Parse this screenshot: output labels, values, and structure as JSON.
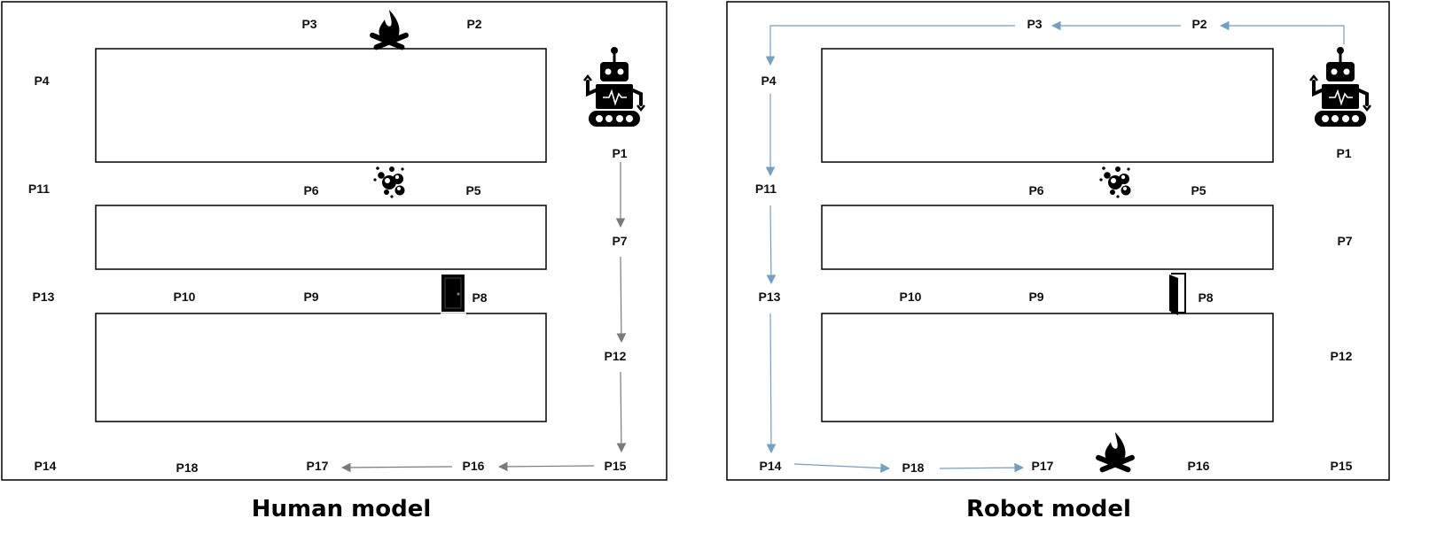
{
  "panels": [
    {
      "id": "human",
      "title": "Human model",
      "arrow_color": "#7a7a7a",
      "goal_point": "P17",
      "points": [
        {
          "id": "p1",
          "label": "P1"
        },
        {
          "id": "p2",
          "label": "P2"
        },
        {
          "id": "p3",
          "label": "P3"
        },
        {
          "id": "p4",
          "label": "P4"
        },
        {
          "id": "p5",
          "label": "P5"
        },
        {
          "id": "p6",
          "label": "P6"
        },
        {
          "id": "p7",
          "label": "P7"
        },
        {
          "id": "p8",
          "label": "P8"
        },
        {
          "id": "p9",
          "label": "P9"
        },
        {
          "id": "p10",
          "label": "P10"
        },
        {
          "id": "p11",
          "label": "P11"
        },
        {
          "id": "p12",
          "label": "P12"
        },
        {
          "id": "p13",
          "label": "P13"
        },
        {
          "id": "p14",
          "label": "P14"
        },
        {
          "id": "p15",
          "label": "P15"
        },
        {
          "id": "p16",
          "label": "P16"
        },
        {
          "id": "p17",
          "label": "P17"
        },
        {
          "id": "p18",
          "label": "P18"
        }
      ],
      "path": [
        "P1",
        "P7",
        "P12",
        "P15",
        "P16",
        "P17"
      ],
      "icons": {
        "fire": "campfire-icon",
        "robot": "robot-icon",
        "debris": "debris-icon",
        "door": "closed-door-icon"
      }
    },
    {
      "id": "robot",
      "title": "Robot model",
      "arrow_color": "#6fa0c8",
      "goal_point": "P17",
      "points": [
        {
          "id": "p1",
          "label": "P1"
        },
        {
          "id": "p2",
          "label": "P2"
        },
        {
          "id": "p3",
          "label": "P3"
        },
        {
          "id": "p4",
          "label": "P4"
        },
        {
          "id": "p5",
          "label": "P5"
        },
        {
          "id": "p6",
          "label": "P6"
        },
        {
          "id": "p7",
          "label": "P7"
        },
        {
          "id": "p8",
          "label": "P8"
        },
        {
          "id": "p9",
          "label": "P9"
        },
        {
          "id": "p10",
          "label": "P10"
        },
        {
          "id": "p11",
          "label": "P11"
        },
        {
          "id": "p12",
          "label": "P12"
        },
        {
          "id": "p13",
          "label": "P13"
        },
        {
          "id": "p14",
          "label": "P14"
        },
        {
          "id": "p15",
          "label": "P15"
        },
        {
          "id": "p16",
          "label": "P16"
        },
        {
          "id": "p17",
          "label": "P17"
        },
        {
          "id": "p18",
          "label": "P18"
        }
      ],
      "path": [
        "P1",
        "P2",
        "P3",
        "P4",
        "P11",
        "P13",
        "P14",
        "P18",
        "P17"
      ],
      "icons": {
        "fire": "campfire-icon",
        "robot": "robot-icon",
        "debris": "debris-icon",
        "door": "open-door-icon"
      }
    }
  ],
  "colors": {
    "goal_label": "#6aa84f",
    "border": "#000000",
    "label": "#111111"
  }
}
